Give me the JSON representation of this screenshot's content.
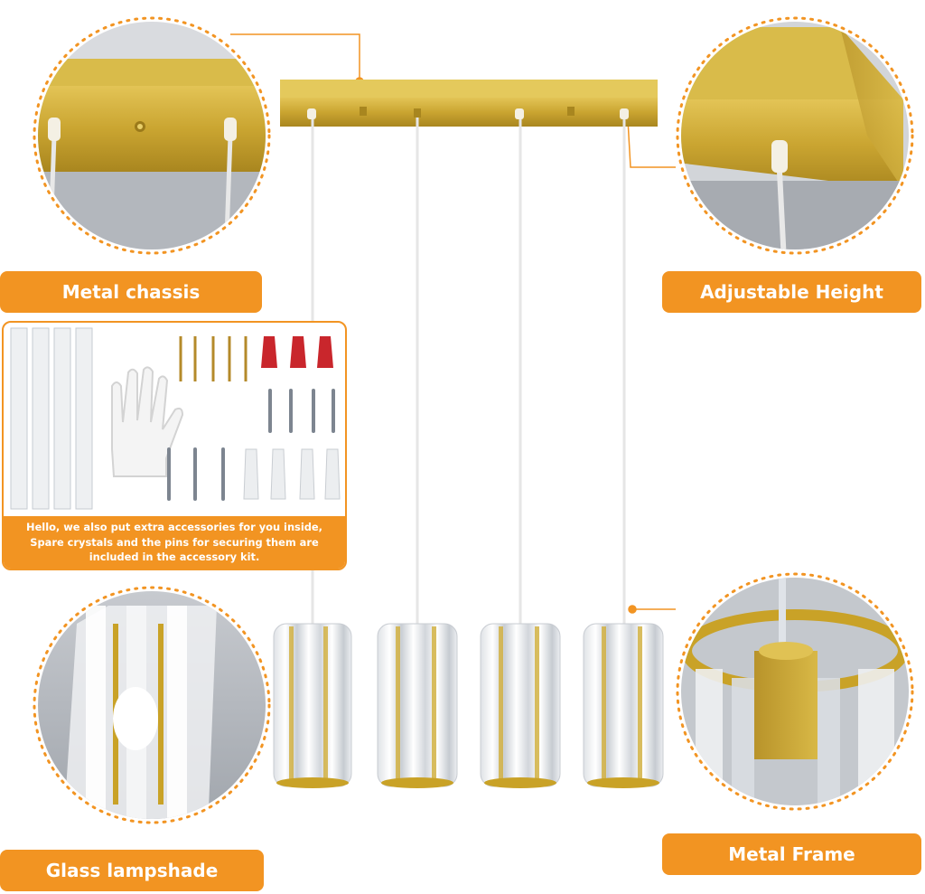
{
  "labels": {
    "metal_chassis": "Metal chassis",
    "adjustable_height": "Adjustable Height",
    "glass_lampshade": "Glass lampshade",
    "metal_frame": "Metal Frame"
  },
  "accessory_note": {
    "line1": "Hello, we also put extra accessories for you inside,",
    "line2": "Spare crystals and the pins for securing them are",
    "line3": "included in the accessory kit."
  },
  "colors": {
    "accent": "#f29422",
    "gold": "#c9a227",
    "background": "#ffffff"
  },
  "pendant_count": 4
}
